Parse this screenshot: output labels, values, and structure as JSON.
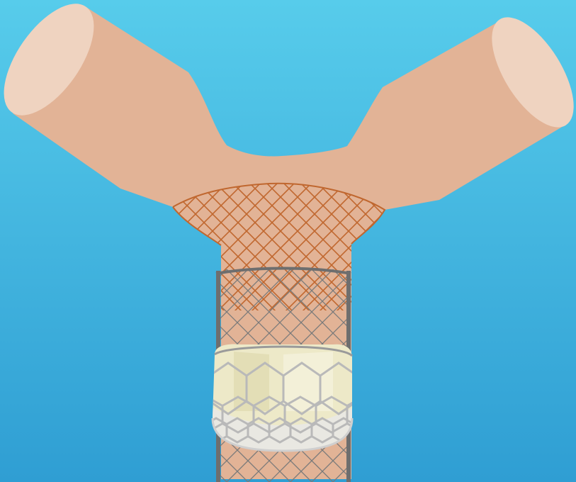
{
  "scene": {
    "subject": "vessel-bifurcation-with-mesh-stent-and-valve-frame",
    "labels_visible": false
  },
  "colors": {
    "background_top": "#57CCEB",
    "background_bottom": "#2F9ED3",
    "vessel": "#E2B396",
    "vessel_opening": "#EFD3C0",
    "mesh": "#C0672F",
    "tube_frame": "#6E6E6E",
    "tube_wire": "#7A7A7A",
    "valve_leaflet": "#EDE9C8",
    "valve_frame": "#B9B9B9",
    "valve_skirt": "#E9E8E2"
  },
  "icons": [
    "vessel-illustration",
    "mesh-stent-illustration",
    "tube-stent-illustration",
    "valve-prosthesis-illustration"
  ]
}
